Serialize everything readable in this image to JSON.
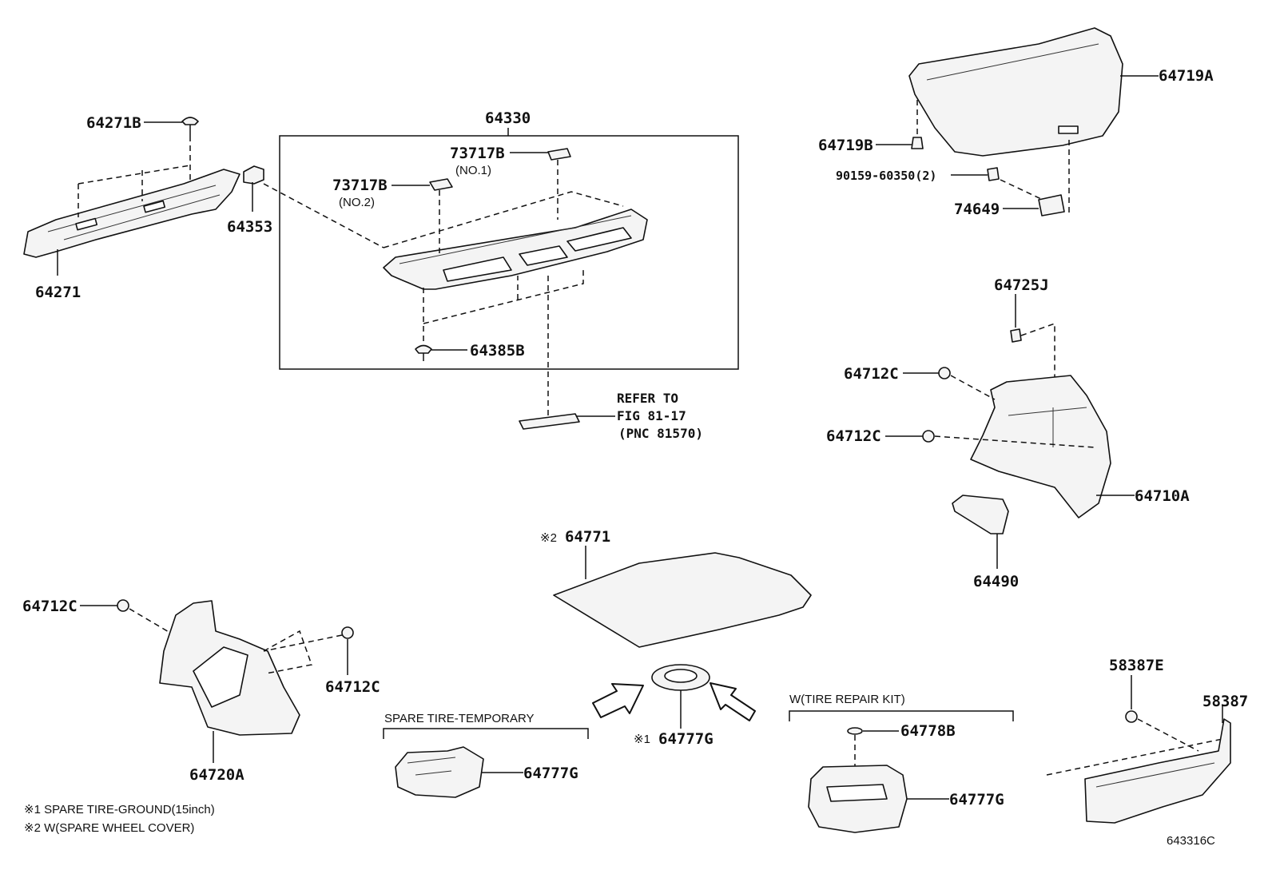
{
  "labels": {
    "p64271B": "64271B",
    "p64271": "64271",
    "p64353": "64353",
    "p64330": "64330",
    "p73717B_1": "73717B",
    "no1": "(NO.1)",
    "p73717B_2": "73717B",
    "no2": "(NO.2)",
    "p64385B": "64385B",
    "refer1": "REFER TO",
    "refer2": "FIG 81-17",
    "refer3": "(PNC 81570)",
    "p64719A": "64719A",
    "p64719B": "64719B",
    "p90159": "90159-60350(2)",
    "p74649": "74649",
    "p64725J": "64725J",
    "p64712C_a": "64712C",
    "p64712C_b": "64712C",
    "p64710A": "64710A",
    "p64490": "64490",
    "p64771_mark": "※2",
    "p64771": "64771",
    "p64712C_c": "64712C",
    "p64712C_d": "64712C",
    "p64720A": "64720A",
    "p64777G_center_mark": "※1",
    "p64777G_center": "64777G",
    "spare_temp": "SPARE TIRE-TEMPORARY",
    "p64777G_left": "64777G",
    "tire_kit": "W(TIRE REPAIR KIT)",
    "p64778B": "64778B",
    "p64777G_right": "64777G",
    "p58387E": "58387E",
    "p58387": "58387",
    "foot1": "※1 SPARE TIRE-GROUND(15inch)",
    "foot2": "※2 W(SPARE WHEEL COVER)",
    "diagram_id": "643316C"
  }
}
